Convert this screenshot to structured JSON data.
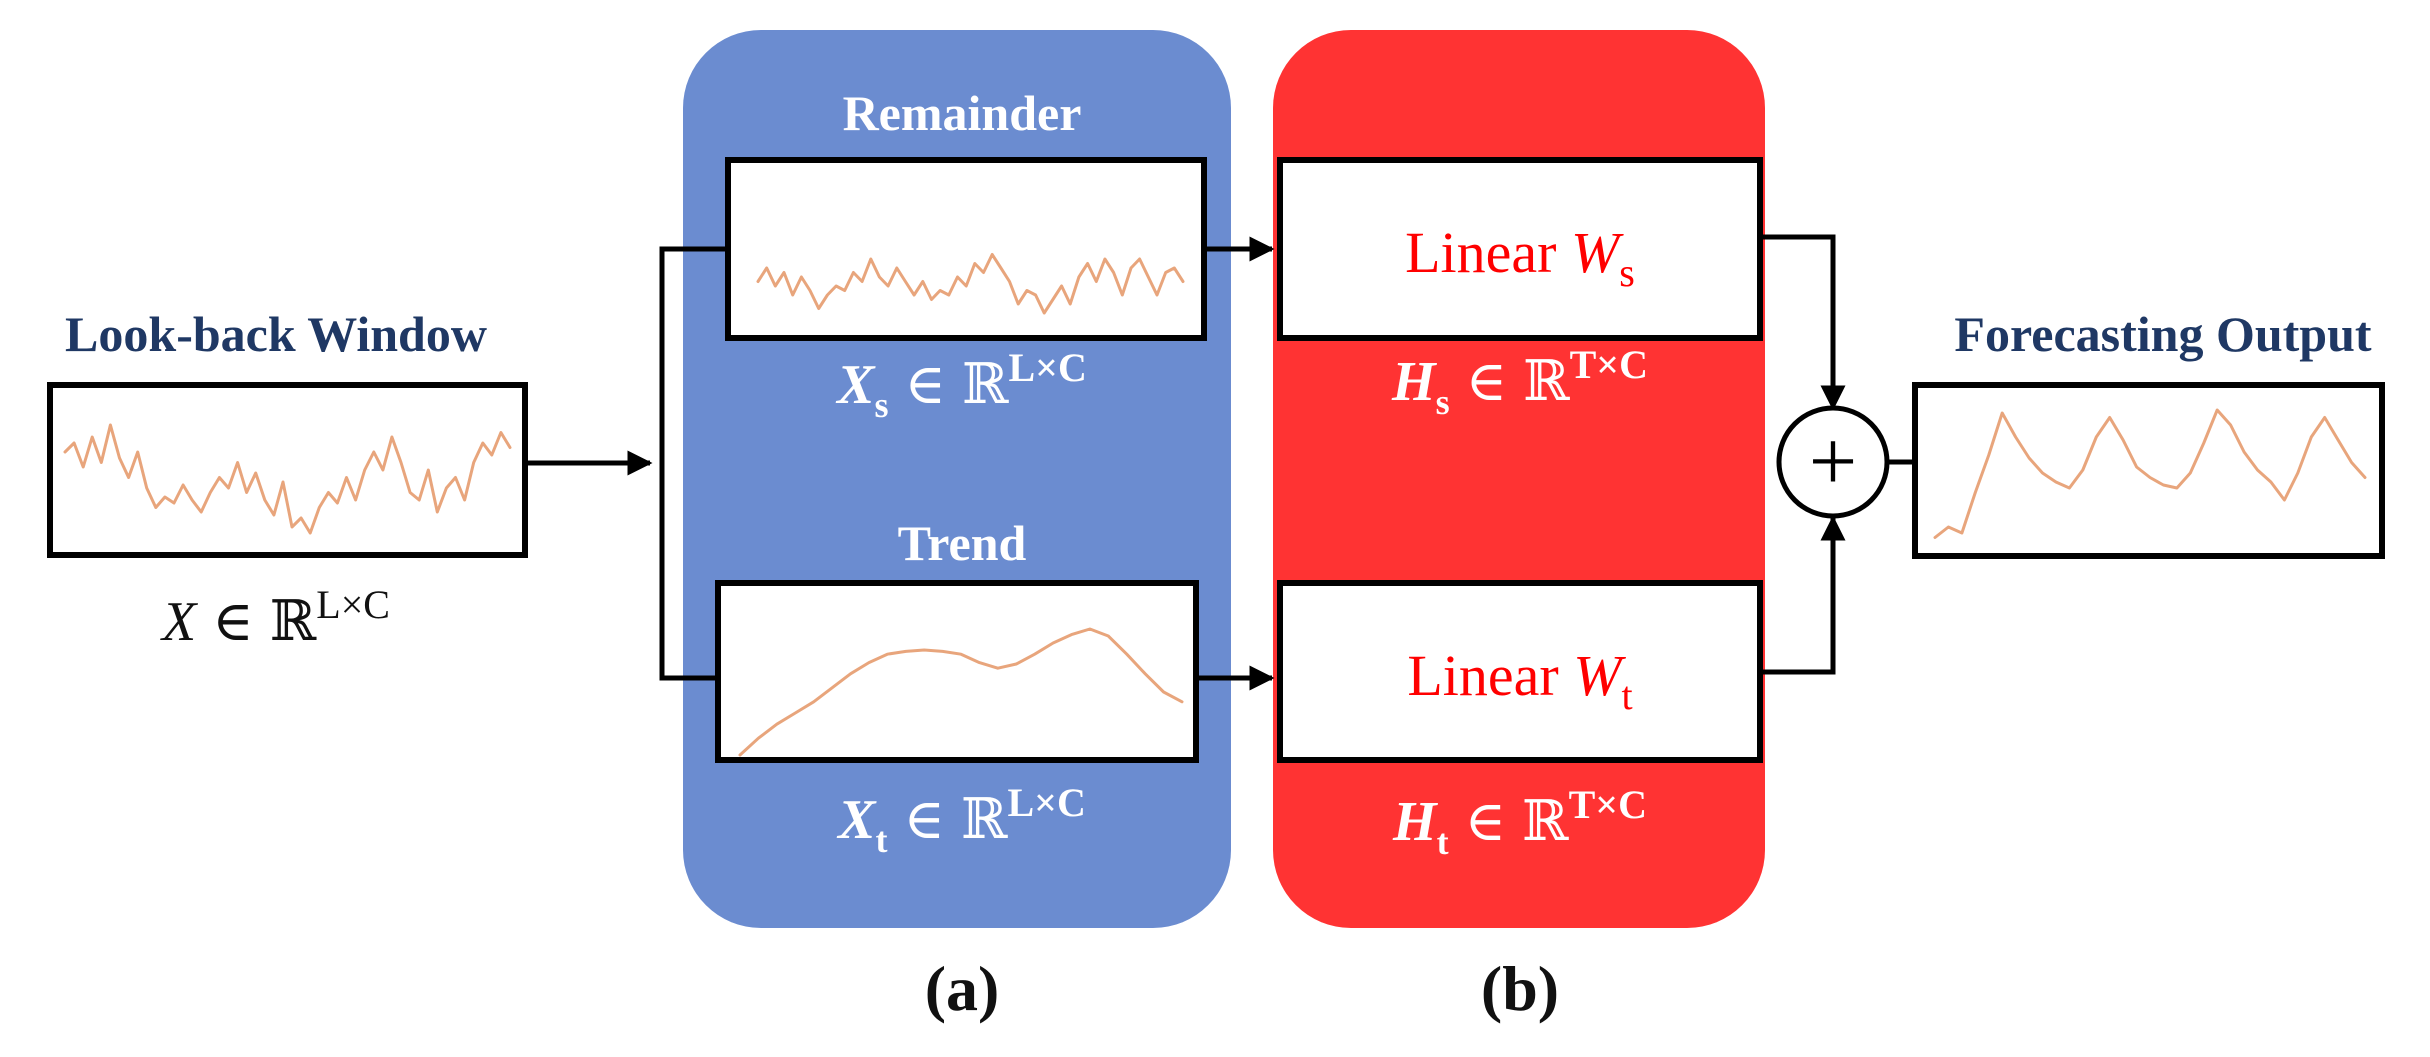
{
  "colors": {
    "decomposition_panel": "#6b8cd0",
    "linear_panel": "#ff3333",
    "heading_text": "#1f3864",
    "linear_text": "#ff0000",
    "series_line": "#e8a57c"
  },
  "input": {
    "title": "Look-back Window",
    "symbol_var": "X",
    "symbol_in": "∈",
    "symbol_set": "ℝ",
    "symbol_dims": "L×C",
    "series": [
      0.62,
      0.68,
      0.52,
      0.72,
      0.55,
      0.8,
      0.58,
      0.45,
      0.62,
      0.38,
      0.25,
      0.32,
      0.28,
      0.4,
      0.3,
      0.22,
      0.35,
      0.45,
      0.38,
      0.55,
      0.35,
      0.48,
      0.3,
      0.2,
      0.42,
      0.12,
      0.18,
      0.08,
      0.25,
      0.35,
      0.28,
      0.45,
      0.3,
      0.5,
      0.62,
      0.5,
      0.72,
      0.55,
      0.35,
      0.3,
      0.5,
      0.22,
      0.38,
      0.45,
      0.3,
      0.55,
      0.68,
      0.6,
      0.75,
      0.65
    ]
  },
  "panel_a": {
    "label": "(a)",
    "remainder_title": "Remainder",
    "remainder_symbol_var": "X",
    "remainder_symbol_sub": "s",
    "remainder_symbol_in": "∈",
    "remainder_symbol_set": "ℝ",
    "remainder_symbol_dims": "L×C",
    "remainder_series": [
      0.45,
      0.6,
      0.4,
      0.55,
      0.3,
      0.5,
      0.35,
      0.15,
      0.3,
      0.4,
      0.35,
      0.55,
      0.45,
      0.7,
      0.5,
      0.4,
      0.6,
      0.45,
      0.3,
      0.45,
      0.25,
      0.35,
      0.3,
      0.5,
      0.4,
      0.65,
      0.55,
      0.75,
      0.6,
      0.45,
      0.2,
      0.35,
      0.3,
      0.1,
      0.25,
      0.4,
      0.2,
      0.5,
      0.65,
      0.45,
      0.7,
      0.55,
      0.3,
      0.6,
      0.7,
      0.5,
      0.3,
      0.55,
      0.6,
      0.45
    ],
    "trend_title": "Trend",
    "trend_symbol_var": "X",
    "trend_symbol_sub": "t",
    "trend_symbol_in": "∈",
    "trend_symbol_set": "ℝ",
    "trend_symbol_dims": "L×C",
    "trend_series": [
      0.0,
      0.12,
      0.22,
      0.3,
      0.38,
      0.48,
      0.58,
      0.66,
      0.72,
      0.74,
      0.75,
      0.74,
      0.72,
      0.66,
      0.62,
      0.65,
      0.72,
      0.8,
      0.86,
      0.9,
      0.85,
      0.72,
      0.58,
      0.45,
      0.38
    ]
  },
  "panel_b": {
    "label": "(b)",
    "linear_s_text": "Linear ",
    "linear_s_var": "W",
    "linear_s_sub": "s",
    "linear_t_text": "Linear ",
    "linear_t_var": "W",
    "linear_t_sub": "t",
    "hs_var": "H",
    "hs_sub": "s",
    "hs_in": "∈",
    "hs_set": "ℝ",
    "hs_dims": "T×C",
    "ht_var": "H",
    "ht_sub": "t",
    "ht_in": "∈",
    "ht_set": "ℝ",
    "ht_dims": "T×C"
  },
  "sum_node": {
    "symbol": "+"
  },
  "output": {
    "title": "Forecasting Output",
    "series": [
      0.05,
      0.12,
      0.08,
      0.35,
      0.6,
      0.88,
      0.72,
      0.58,
      0.48,
      0.42,
      0.38,
      0.5,
      0.72,
      0.85,
      0.7,
      0.52,
      0.45,
      0.4,
      0.38,
      0.48,
      0.68,
      0.9,
      0.8,
      0.62,
      0.5,
      0.42,
      0.3,
      0.48,
      0.72,
      0.85,
      0.7,
      0.55,
      0.45
    ]
  }
}
